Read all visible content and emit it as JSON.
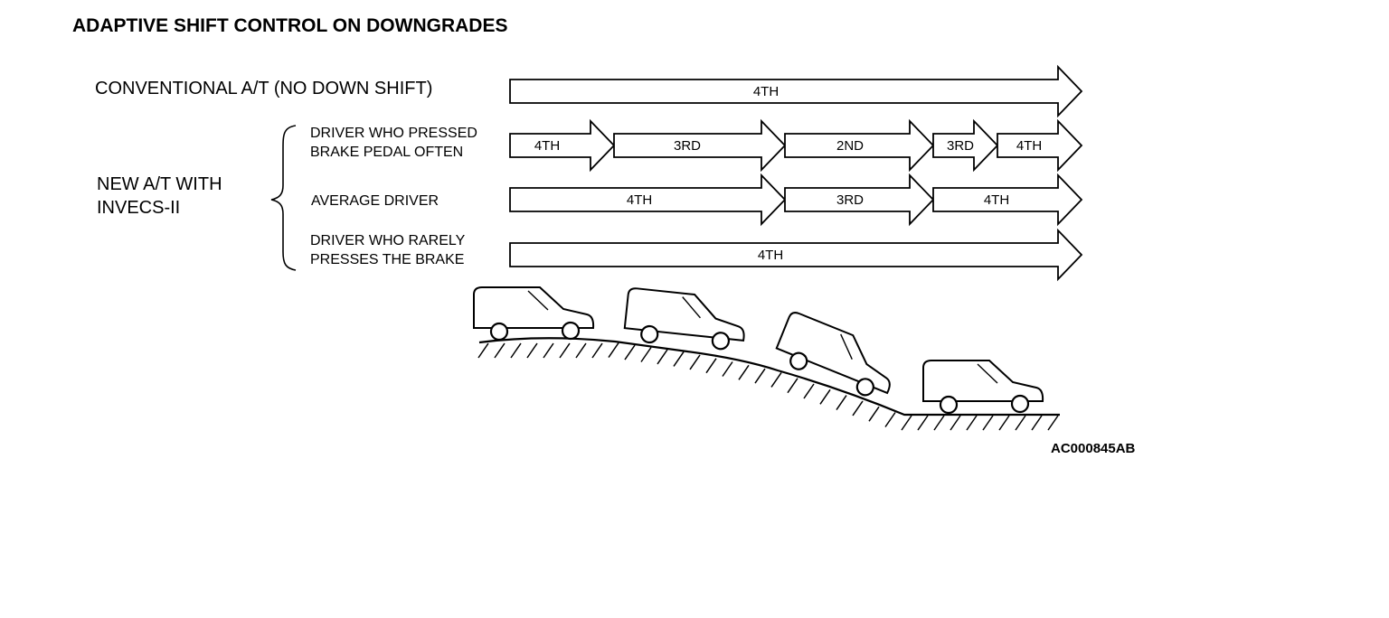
{
  "title": "ADAPTIVE SHIFT CONTROL ON DOWNGRADES",
  "conventional": {
    "label": "CONVENTIONAL A/T (NO DOWN SHIFT)",
    "gears": [
      "4TH"
    ]
  },
  "new_at": {
    "label_line1": "NEW A/T WITH",
    "label_line2": "INVECS-II",
    "drivers": [
      {
        "label_line1": "DRIVER WHO PRESSED",
        "label_line2": "BRAKE PEDAL OFTEN",
        "gears": [
          "4TH",
          "3RD",
          "2ND",
          "3RD",
          "4TH"
        ]
      },
      {
        "label_line1": "AVERAGE DRIVER",
        "gears": [
          "4TH",
          "3RD",
          "4TH"
        ]
      },
      {
        "label_line1": "DRIVER WHO RARELY",
        "label_line2": "PRESSES THE BRAKE",
        "gears": [
          "4TH"
        ]
      }
    ]
  },
  "figure_code": "AC000845AB"
}
